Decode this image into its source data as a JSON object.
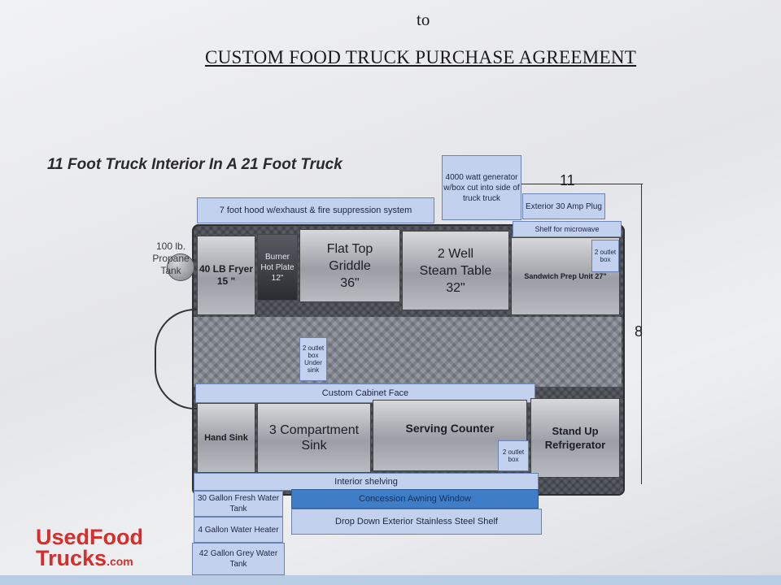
{
  "header": {
    "to": "to",
    "agreement_title": "CUSTOM FOOD TRUCK PURCHASE AGREEMENT"
  },
  "diagram": {
    "heading": "11 Foot Truck Interior In A 21 Foot Truck",
    "dimension_width": "11",
    "dimension_depth": "8",
    "hood": "7 foot hood w/exhaust & fire suppression system",
    "generator": "4000 watt generator w/box cut into side of truck truck",
    "amp_plug": "Exterior 30 Amp Plug",
    "microwave_shelf": "Shelf for microwave",
    "propane": "100 lb. Propane Tank",
    "fryer": "40 LB Fryer 15 \"",
    "hot_plate": "Burner Hot Plate 12\"",
    "griddle_line1": "Flat Top",
    "griddle_line2": "Griddle",
    "griddle_line3": "36\"",
    "steam_line1": "2 Well",
    "steam_line2": "Steam Table",
    "steam_line3": "32\"",
    "prep_unit": "Sandwich Prep Unit 27\"",
    "outlet_box_right": "2 outlet box",
    "outlet_box_sink": "2 outlet box Under sink",
    "cabinet_face": "Custom Cabinet Face",
    "hand_sink": "Hand Sink",
    "compartment_sink": "3 Compartment Sink",
    "serving_counter": "Serving Counter",
    "outlet_box_counter": "2 outlet box",
    "refrigerator": "Stand Up Refrigerator",
    "interior_shelving": "Interior shelving",
    "fresh_water": "30 Gallon Fresh Water Tank",
    "water_heater": "4 Gallon Water Heater",
    "grey_water": "42 Gallon Grey Water Tank",
    "awning_window": "Concession Awning Window",
    "exterior_shelf": "Drop Down Exterior Stainless Steel Shelf"
  },
  "watermark": {
    "line1": "UsedFood",
    "line2": "Trucks",
    "line3": ".com"
  },
  "colors": {
    "blue_box": "#c2d1ee",
    "blue_box_dark": "#3f7ec7",
    "watermark_red": "#d62d2d"
  }
}
